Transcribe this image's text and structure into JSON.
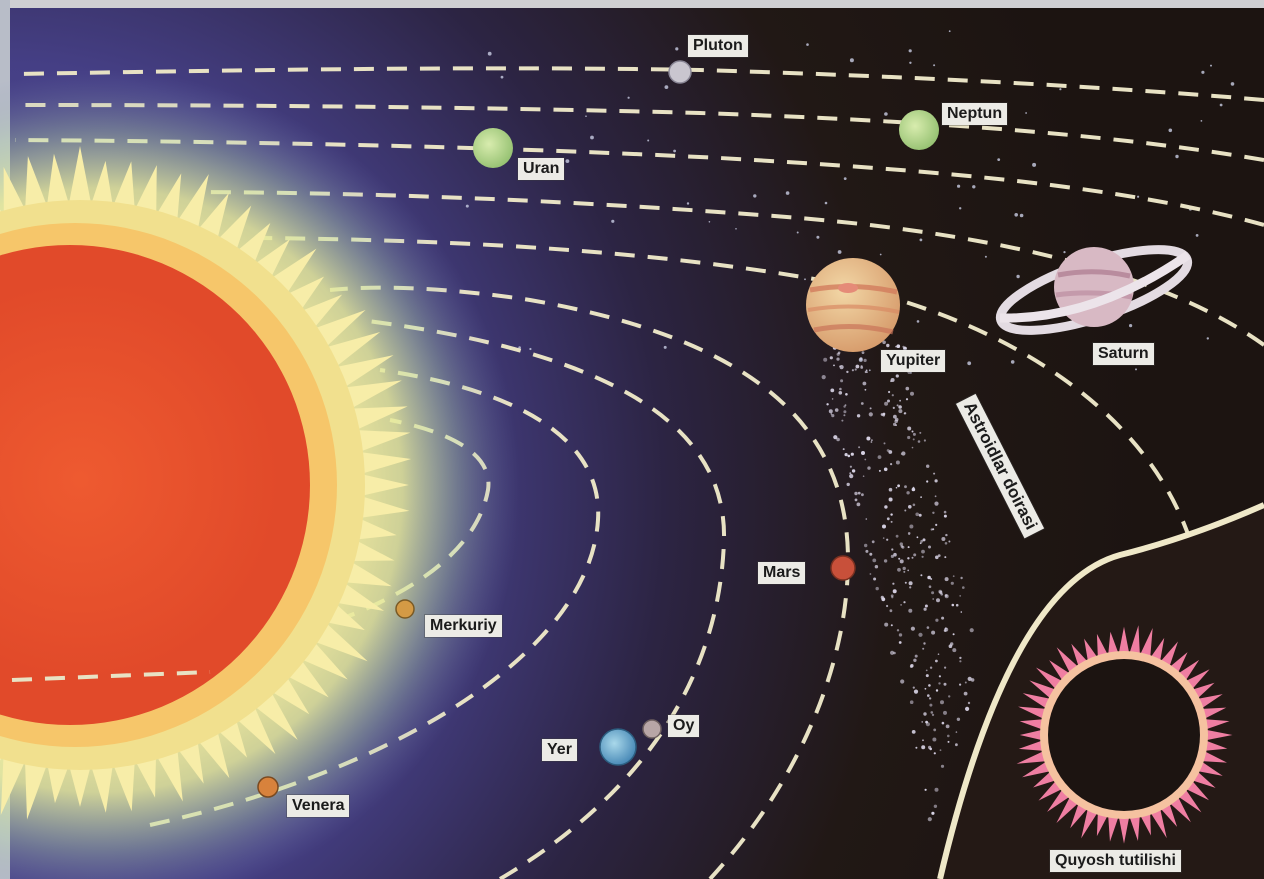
{
  "labels": {
    "pluton": "Pluton",
    "neptun": "Neptun",
    "uran": "Uran",
    "yupiter": "Yupiter",
    "saturn": "Saturn",
    "asteroid_belt": "Astroidlar doirasi",
    "mars": "Mars",
    "merkuriy": "Merkuriy",
    "oy": "Oy",
    "yer": "Yer",
    "venera": "Venera",
    "eclipse": "Quyosh tutilishi"
  },
  "colors": {
    "space_dark": "#1f1613",
    "space_purple": "#4a4785",
    "sun_core": "#e9502e",
    "sun_corona": "#f3e69a",
    "orbit_line": "#e8e2c4",
    "eclipse_ring": "#f07aa0",
    "label_bg": "#ecebe6"
  }
}
